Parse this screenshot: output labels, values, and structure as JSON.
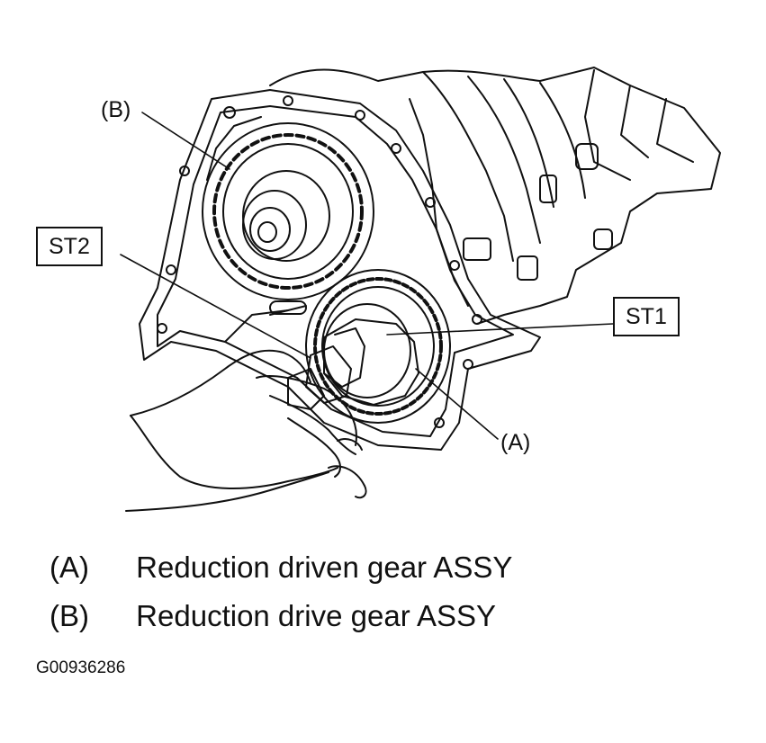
{
  "callouts": {
    "b": "(B)",
    "st2": "ST2",
    "st1": "ST1",
    "a": "(A)"
  },
  "legend": [
    {
      "key": "(A)",
      "text": "Reduction driven gear ASSY"
    },
    {
      "key": "(B)",
      "text": "Reduction drive gear ASSY"
    }
  ],
  "figure_id": "G00936286",
  "colors": {
    "line": "#111111",
    "background": "#ffffff"
  }
}
